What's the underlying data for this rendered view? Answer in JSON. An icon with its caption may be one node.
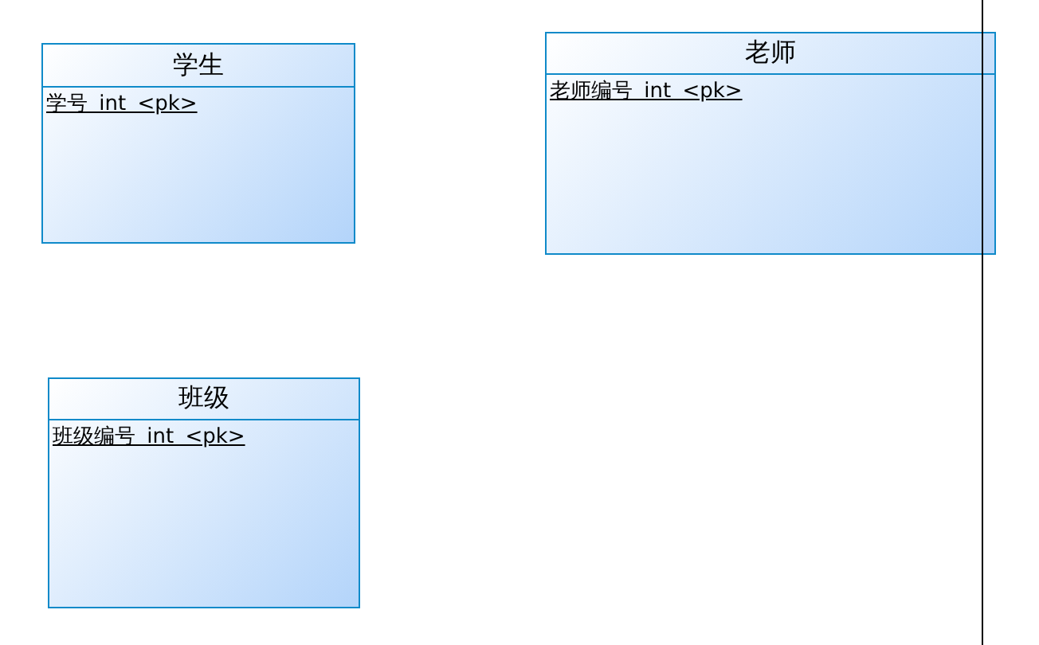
{
  "diagram": {
    "nodes": [
      {
        "text": [
          "学生",
          "学号 int <pk>"
        ]
      },
      {
        "text": [
          "老师",
          "老师编号 int <pk>"
        ]
      },
      {
        "text": [
          "班级",
          "班级编号 int <pk>"
        ]
      }
    ]
  }
}
